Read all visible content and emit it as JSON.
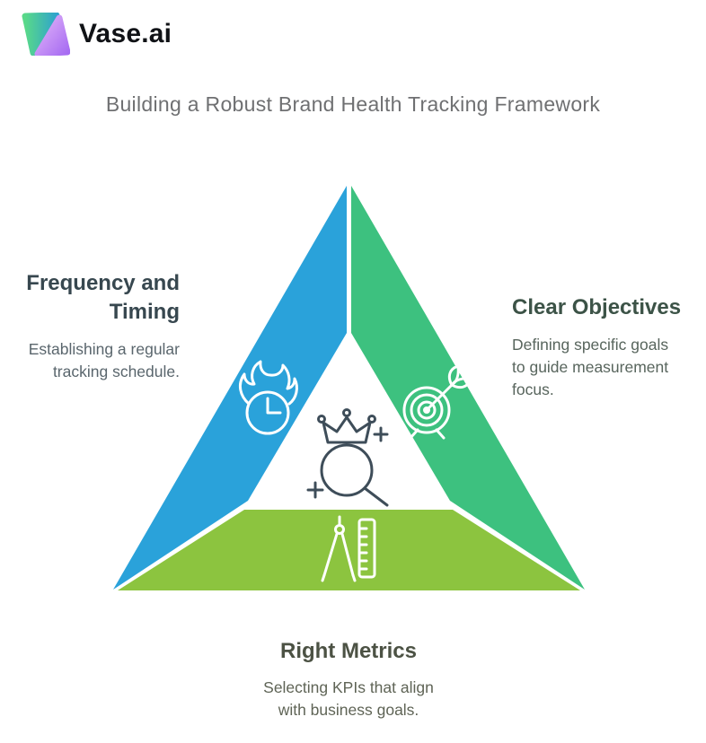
{
  "brand": {
    "name": "Vase.ai",
    "logo": {
      "green_from": "#59d989",
      "green_to": "#2fa3cc",
      "purple_from": "#e2b4f9",
      "purple_to": "#a66bf2"
    }
  },
  "title": {
    "text": "Building a Robust Brand Health Tracking Framework",
    "color": "#6F7072"
  },
  "diagram": {
    "icon_stroke": "#FFFFFF",
    "center_icon": {
      "name": "crown-magnifier-icon",
      "color": "#3E4D59"
    },
    "sections": [
      {
        "id": "frequency-and-timing",
        "side": "left",
        "color": "#2AA2DA",
        "heading_color": "#37474F",
        "body_color": "#5A666D",
        "icon": "flaming-clock-icon",
        "title_lines": [
          "Frequency and",
          "Timing"
        ],
        "body_lines": [
          "Establishing a regular",
          "tracking schedule."
        ]
      },
      {
        "id": "clear-objectives",
        "side": "right",
        "color": "#3DC17F",
        "heading_color": "#3C5347",
        "body_color": "#58655D",
        "icon": "target-arrow-icon",
        "title_lines": [
          "Clear Objectives"
        ],
        "body_lines": [
          "Defining specific goals",
          "to guide measurement",
          "focus."
        ]
      },
      {
        "id": "right-metrics",
        "side": "bottom",
        "color": "#8CC43F",
        "heading_color": "#4C5244",
        "body_color": "#5F6456",
        "icon": "compass-ruler-icon",
        "title_lines": [
          "Right Metrics"
        ],
        "body_lines": [
          "Selecting KPIs that align",
          "with business goals."
        ]
      }
    ]
  }
}
